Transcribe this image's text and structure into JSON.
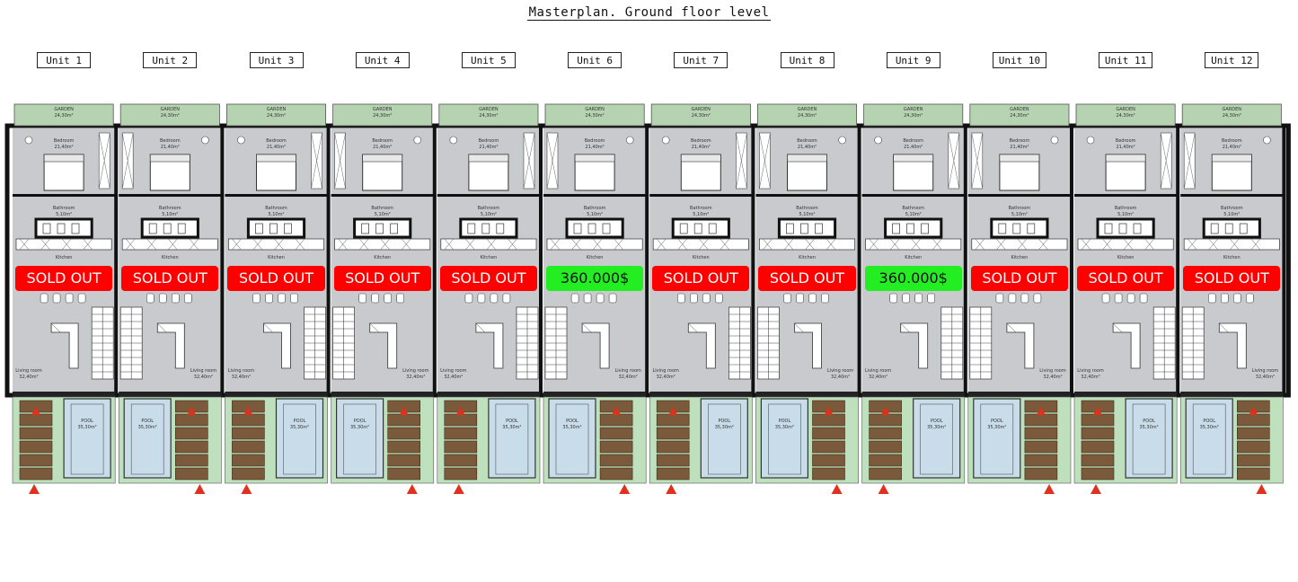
{
  "title": "Masterplan. Ground floor level",
  "units": [
    {
      "label": "Unit 1",
      "top_room": "GARDEN",
      "top_area": "24,30m²",
      "bed": "Bedroom",
      "bed_area": "21,40m²",
      "bath": "Bathroom",
      "bath_area": "5,10m²",
      "kitchen": "Kitchen",
      "living": "Living room",
      "living_area": "32,40m²",
      "pool": "POOL",
      "pool_area": "35,30m²",
      "status": "SOLD OUT",
      "sold": true
    },
    {
      "label": "Unit 2",
      "top_room": "GARDEN",
      "top_area": "24,30m²",
      "bed": "Bedroom",
      "bed_area": "21,40m²",
      "bath": "Bathroom",
      "bath_area": "5,10m²",
      "kitchen": "Kitchen",
      "living": "Living room",
      "living_area": "32,40m²",
      "pool": "POOL",
      "pool_area": "35,30m²",
      "status": "SOLD OUT",
      "sold": true
    },
    {
      "label": "Unit 3",
      "top_room": "GARDEN",
      "top_area": "24,30m²",
      "bed": "Bedroom",
      "bed_area": "21,40m²",
      "bath": "Bathroom",
      "bath_area": "5,10m²",
      "kitchen": "Kitchen",
      "living": "Living room",
      "living_area": "32,40m²",
      "pool": "POOL",
      "pool_area": "35,30m²",
      "status": "SOLD OUT",
      "sold": true
    },
    {
      "label": "Unit 4",
      "top_room": "GARDEN",
      "top_area": "24,30m²",
      "bed": "Bedroom",
      "bed_area": "21,40m²",
      "bath": "Bathroom",
      "bath_area": "5,10m²",
      "kitchen": "Kitchen",
      "living": "Living room",
      "living_area": "32,40m²",
      "pool": "POOL",
      "pool_area": "35,30m²",
      "status": "SOLD OUT",
      "sold": true
    },
    {
      "label": "Unit 5",
      "top_room": "GARDEN",
      "top_area": "24,30m²",
      "bed": "Bedroom",
      "bed_area": "21,40m²",
      "bath": "Bathroom",
      "bath_area": "5,10m²",
      "kitchen": "Kitchen",
      "living": "Living room",
      "living_area": "32,40m²",
      "pool": "POOL",
      "pool_area": "35,30m²",
      "status": "SOLD OUT",
      "sold": true
    },
    {
      "label": "Unit 6",
      "top_room": "GARDEN",
      "top_area": "24,30m²",
      "bed": "Bedroom",
      "bed_area": "21,40m²",
      "bath": "Bathroom",
      "bath_area": "5,10m²",
      "kitchen": "Kitchen",
      "living": "Living room",
      "living_area": "32,40m²",
      "pool": "POOL",
      "pool_area": "35,30m²",
      "status": "360.000$",
      "sold": false
    },
    {
      "label": "Unit 7",
      "top_room": "GARDEN",
      "top_area": "24,30m²",
      "bed": "Bedroom",
      "bed_area": "21,40m²",
      "bath": "Bathroom",
      "bath_area": "5,10m²",
      "kitchen": "Kitchen",
      "living": "Living room",
      "living_area": "32,40m²",
      "pool": "POOL",
      "pool_area": "35,30m²",
      "status": "SOLD OUT",
      "sold": true
    },
    {
      "label": "Unit 8",
      "top_room": "GARDEN",
      "top_area": "24,30m²",
      "bed": "Bedroom",
      "bed_area": "21,40m²",
      "bath": "Bathroom",
      "bath_area": "5,10m²",
      "kitchen": "Kitchen",
      "living": "Living room",
      "living_area": "32,40m²",
      "pool": "POOL",
      "pool_area": "35,30m²",
      "status": "SOLD OUT",
      "sold": true
    },
    {
      "label": "Unit 9",
      "top_room": "GARDEN",
      "top_area": "24,30m²",
      "bed": "Bedroom",
      "bed_area": "21,40m²",
      "bath": "Bathroom",
      "bath_area": "5,10m²",
      "kitchen": "Kitchen",
      "living": "Living room",
      "living_area": "32,40m²",
      "pool": "POOL",
      "pool_area": "35,30m²",
      "status": "360.000$",
      "sold": false
    },
    {
      "label": "Unit 10",
      "top_room": "GARDEN",
      "top_area": "24,30m²",
      "bed": "Bedroom",
      "bed_area": "21,40m²",
      "bath": "Bathroom",
      "bath_area": "5,10m²",
      "kitchen": "Kitchen",
      "living": "Living room",
      "living_area": "32,40m²",
      "pool": "POOL",
      "pool_area": "35,30m²",
      "status": "SOLD OUT",
      "sold": true
    },
    {
      "label": "Unit 11",
      "top_room": "GARDEN",
      "top_area": "24,30m²",
      "bed": "Bedroom",
      "bed_area": "21,40m²",
      "bath": "Bathroom",
      "bath_area": "5,10m²",
      "kitchen": "Kitchen",
      "living": "Living room",
      "living_area": "32,40m²",
      "pool": "POOL",
      "pool_area": "35,30m²",
      "status": "SOLD OUT",
      "sold": true
    },
    {
      "label": "Unit 12",
      "top_room": "GARDEN",
      "top_area": "24,30m²",
      "bed": "Bedroom",
      "bed_area": "21,40m²",
      "bath": "Bathroom",
      "bath_area": "5,10m²",
      "kitchen": "Kitchen",
      "living": "Living room",
      "living_area": "32,40m²",
      "pool": "POOL",
      "pool_area": "35,30m²",
      "status": "SOLD OUT",
      "sold": true
    }
  ],
  "colors": {
    "garden": "#b5d3b0",
    "interior": "#c8cacd",
    "wall": "#111111",
    "deck": "#7a5a3a",
    "pool": "#c9dcea",
    "grass": "#bfe0bd",
    "sold": "#ff0000",
    "available": "#22ee22",
    "entrance": "#e0301e"
  }
}
